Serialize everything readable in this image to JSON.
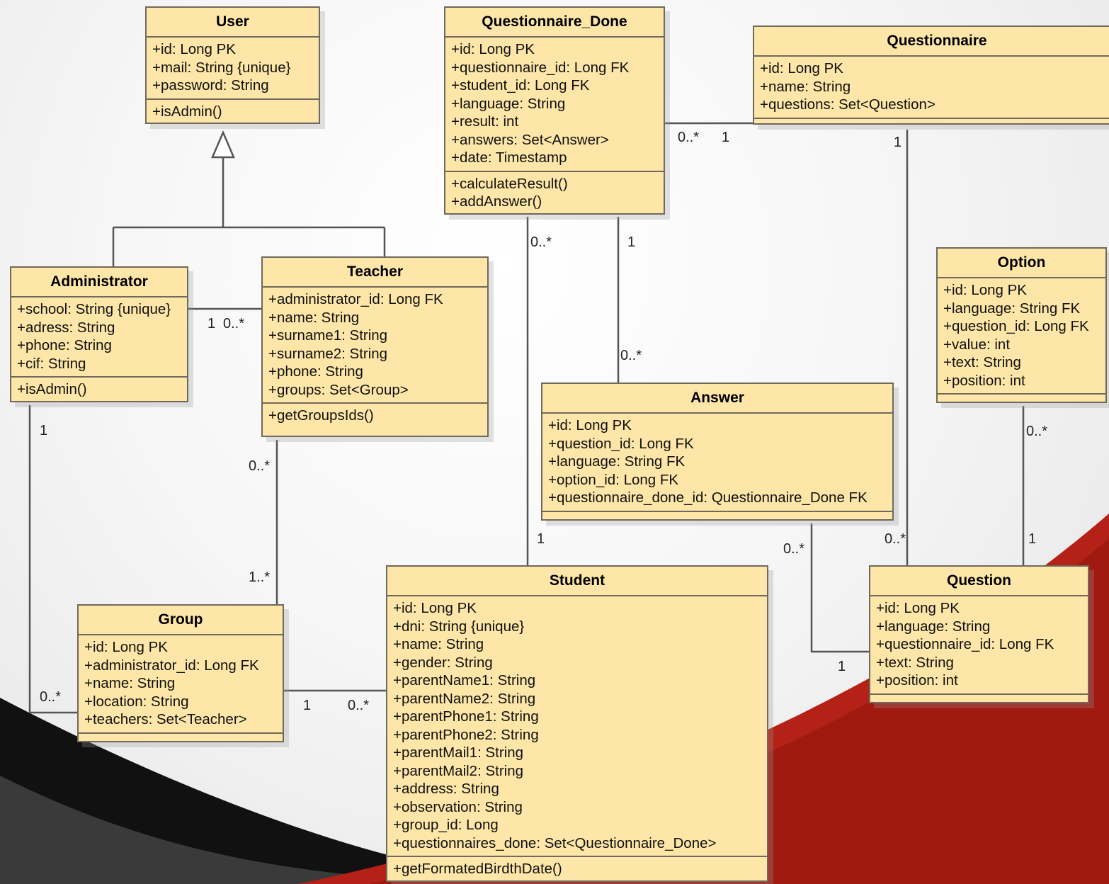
{
  "diagram": {
    "classes": [
      {
        "id": "user",
        "name": "User",
        "attributes": [
          "+id: Long PK",
          "+mail: String {unique}",
          "+password: String"
        ],
        "methods": [
          "+isAdmin()"
        ]
      },
      {
        "id": "questionnaire_done",
        "name": "Questionnaire_Done",
        "attributes": [
          "+id: Long PK",
          "+questionnaire_id: Long FK",
          "+student_id: Long FK",
          "+language: String",
          "+result: int",
          "+answers: Set<Answer>",
          "+date: Timestamp"
        ],
        "methods": [
          "+calculateResult()",
          "+addAnswer()"
        ]
      },
      {
        "id": "questionnaire",
        "name": "Questionnaire",
        "attributes": [
          "+id: Long PK",
          "+name: String",
          "+questions: Set<Question>"
        ],
        "methods": []
      },
      {
        "id": "administrator",
        "name": "Administrator",
        "attributes": [
          "+school: String {unique}",
          "+adress: String",
          "+phone: String",
          "+cif: String"
        ],
        "methods": [
          "+isAdmin()"
        ]
      },
      {
        "id": "teacher",
        "name": "Teacher",
        "attributes": [
          "+administrator_id: Long FK",
          "+name: String",
          "+surname1: String",
          "+surname2: String",
          "+phone: String",
          "+groups: Set<Group>"
        ],
        "methods": [
          "+getGroupsIds()"
        ]
      },
      {
        "id": "option",
        "name": "Option",
        "attributes": [
          "+id: Long PK",
          "+language: String FK",
          "+question_id: Long FK",
          "+value: int",
          "+text: String",
          "+position: int"
        ],
        "methods": []
      },
      {
        "id": "answer",
        "name": "Answer",
        "attributes": [
          "+id: Long PK",
          "+question_id: Long FK",
          "+language: String FK",
          "+option_id: Long FK",
          "+questionnaire_done_id: Questionnaire_Done FK"
        ],
        "methods": []
      },
      {
        "id": "group",
        "name": "Group",
        "attributes": [
          "+id: Long PK",
          "+administrator_id: Long FK",
          "+name: String",
          "+location: String",
          "+teachers: Set<Teacher>"
        ],
        "methods": []
      },
      {
        "id": "student",
        "name": "Student",
        "attributes": [
          "+id: Long PK",
          "+dni: String {unique}",
          "+name: String",
          "+gender: String",
          "+parentName1: String",
          "+parentName2: String",
          "+parentPhone1: String",
          "+parentPhone2: String",
          "+parentMail1: String",
          "+parentMail2: String",
          "+address: String",
          "+observation: String",
          "+group_id: Long",
          "+questionnaires_done: Set<Questionnaire_Done>"
        ],
        "methods": [
          "+getFormatedBirdthDate()"
        ]
      },
      {
        "id": "question",
        "name": "Question",
        "attributes": [
          "+id: Long PK",
          "+language: String",
          "+questionnaire_id: Long FK",
          "+text: String",
          "+position: int"
        ],
        "methods": []
      }
    ],
    "relationships": [
      {
        "type": "generalization",
        "parent": "user",
        "children": [
          "administrator",
          "teacher"
        ]
      },
      {
        "from": "questionnaire_done",
        "to": "questionnaire",
        "from_mult": "0..*",
        "to_mult": "1"
      },
      {
        "from": "administrator",
        "to": "teacher",
        "from_mult": "1",
        "to_mult": "0..*"
      },
      {
        "from": "questionnaire_done",
        "to": "student",
        "from_mult": "0..*",
        "to_mult": "1"
      },
      {
        "from": "questionnaire_done",
        "to": "answer",
        "from_mult": "1",
        "to_mult": "0..*"
      },
      {
        "from": "questionnaire",
        "to": "question",
        "from_mult": "1",
        "to_mult": "0..*"
      },
      {
        "from": "option",
        "to": "question",
        "from_mult": "0..*",
        "to_mult": "1"
      },
      {
        "from": "teacher",
        "to": "group",
        "from_mult": "0..*",
        "to_mult": "1..*"
      },
      {
        "from": "administrator",
        "to": "group",
        "from_mult": "1",
        "to_mult": "0..*"
      },
      {
        "from": "group",
        "to": "student",
        "from_mult": "1",
        "to_mult": "0..*"
      },
      {
        "from": "answer",
        "to": "question",
        "from_mult": "0..*",
        "to_mult": "1"
      }
    ]
  }
}
